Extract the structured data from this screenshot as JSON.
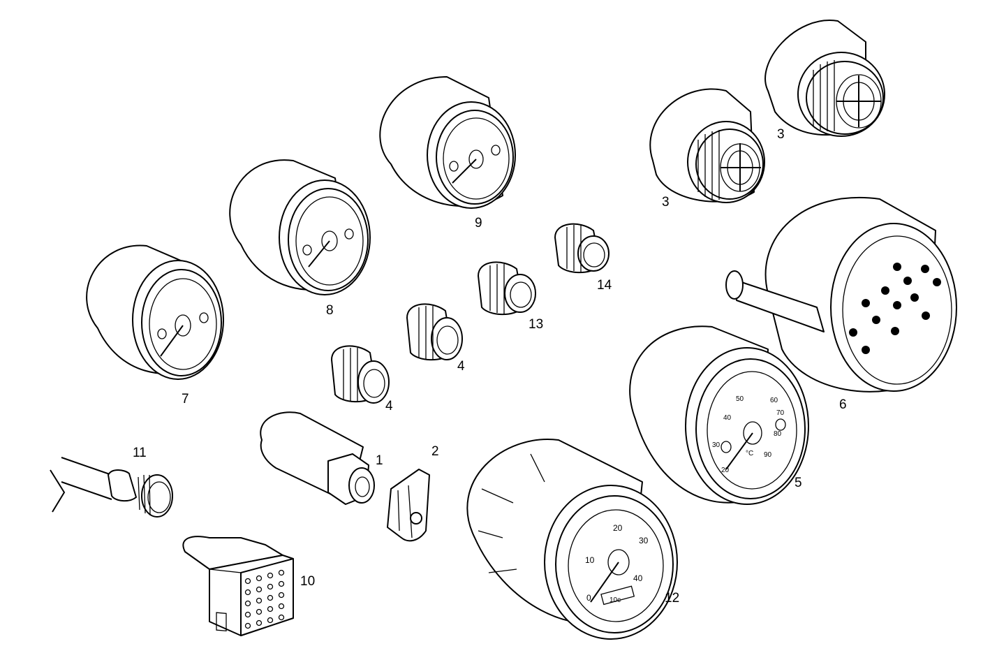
{
  "callouts": {
    "c1": "1",
    "c2": "2",
    "c3a": "3",
    "c3b": "3",
    "c4a": "4",
    "c4b": "4",
    "c5": "5",
    "c6": "6",
    "c7": "7",
    "c8": "8",
    "c9": "9",
    "c10": "10",
    "c11": "11",
    "c12": "12",
    "c13": "13",
    "c14": "14"
  },
  "gauges": {
    "temp_scale": [
      "20",
      "30",
      "40",
      "50",
      "60",
      "70",
      "80",
      "90"
    ],
    "temp_unit": "°C",
    "speedo_scale": [
      "0",
      "10",
      "20",
      "30",
      "40"
    ],
    "speedo_unit": "10c"
  }
}
